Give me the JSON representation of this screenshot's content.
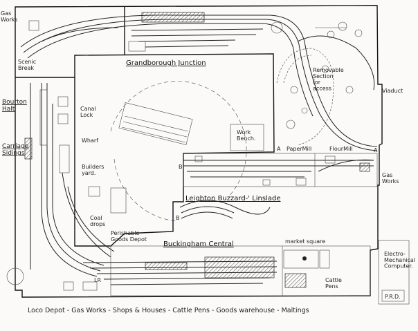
{
  "labels": {
    "gas_works_top_left": "Gas\nWorks",
    "scenic_break": "Scenic\nBreak",
    "bourton_halt": "Bourton\nHalt",
    "carriage_sidings": "Carriage\nSidings",
    "grandborough_junction": "Grandborough Junction",
    "canal_lock": "Canal\nLock",
    "wharf": "Wharf",
    "builders_yard": "Builders\nyard.",
    "coal_drops": "Coal\ndrops",
    "perishable_goods_depot": "Perishable\nGoods Depot",
    "buckingham_central": "Buckingham Central",
    "market_square": "market square",
    "cattle_pens": "Cattle\nPens",
    "removable_section": "Removable\nSection\nfor\naccess",
    "viaduct": "Viaduct",
    "work_bench": "Work\nBench.",
    "paper_mill": "PaperMill",
    "flour_mill": "FlourMill",
    "gas_works_right": "Gas\nWorks",
    "leighton_buzzard": "Leighton Buzzard-' Linslade",
    "electro_mechanical_computer": "Electro-\nMechanical\nComputer.",
    "prd": "P.R.D.",
    "marker_a": "A",
    "marker_b": "B",
    "marker_lr": "LR"
  },
  "footer": "Loco Depot - Gas Works - Shops & Houses - Cattle Pens - Goods warehouse - Maltings"
}
